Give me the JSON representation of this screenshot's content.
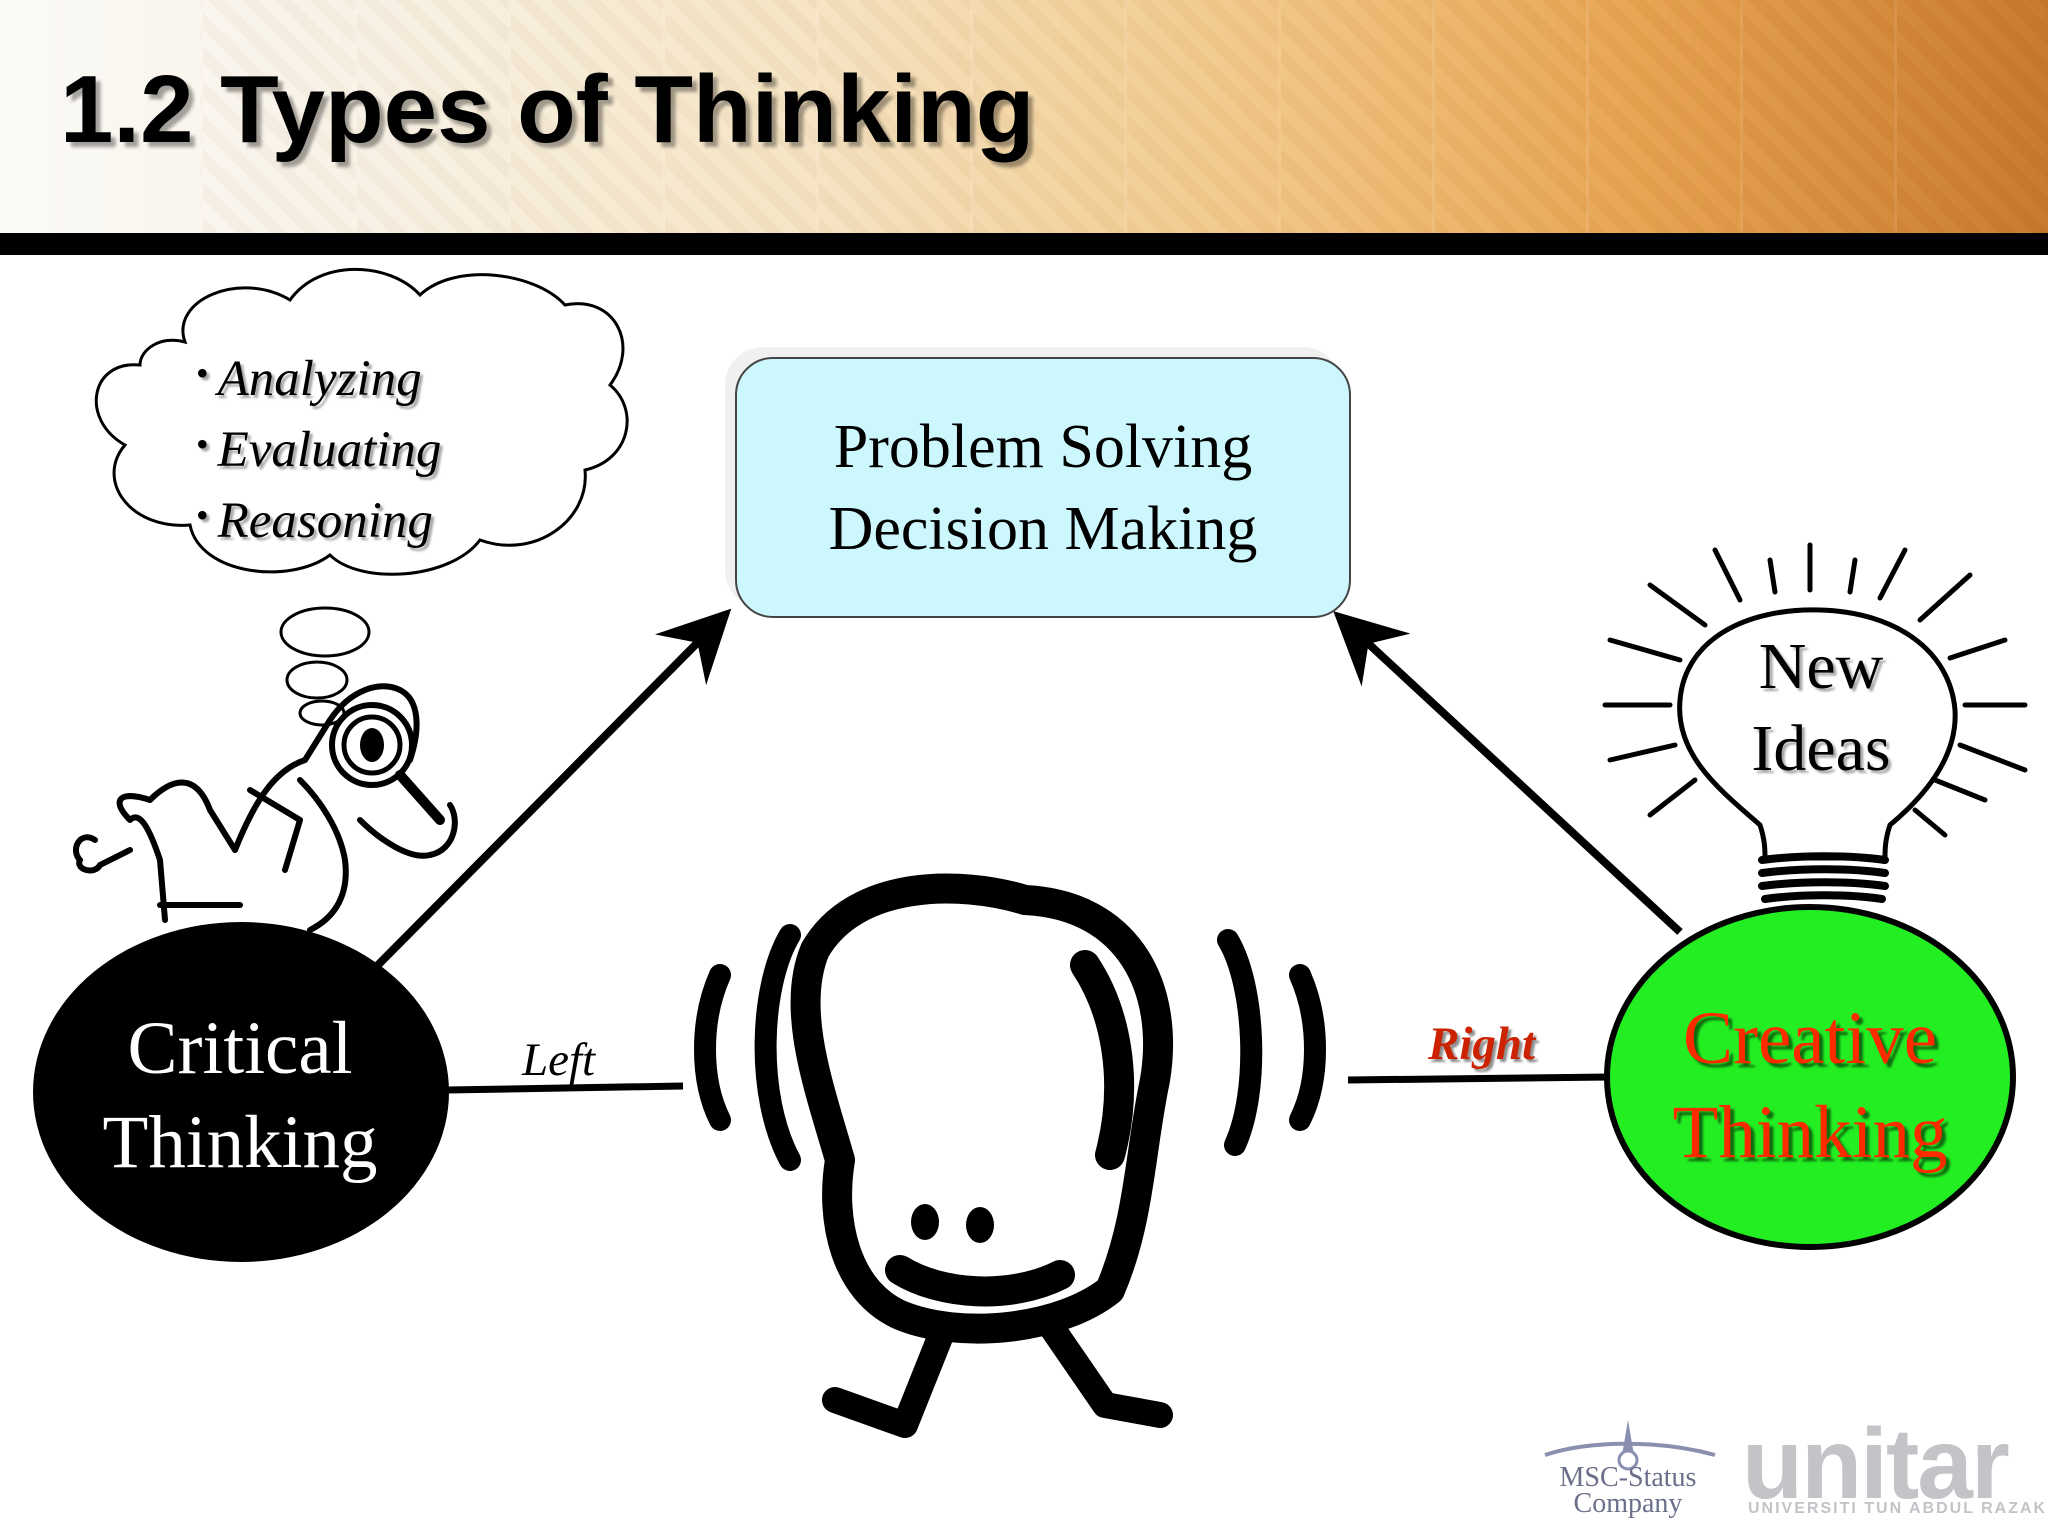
{
  "slide": {
    "title": "1.2 Types of Thinking",
    "thought_cloud": {
      "items": [
        "Analyzing",
        "Evaluating",
        "Reasoning"
      ]
    },
    "center_box": {
      "line1": "Problem Solving",
      "line2": "Decision Making",
      "fill": "#ccf8fd"
    },
    "critical": {
      "line1": "Critical",
      "line2": "Thinking",
      "fill": "#000000",
      "text_color": "#ffffff"
    },
    "creative": {
      "line1": "Creative",
      "line2": "Thinking",
      "fill": "#22ee22",
      "text_color": "#ff2a00"
    },
    "brain_labels": {
      "left": "Left",
      "right": "Right"
    },
    "bulb": {
      "line1": "New",
      "line2": "Ideas"
    },
    "logos": {
      "msc_line1": "MSC-Status",
      "msc_line2": "Company",
      "unitar_word": "unitar",
      "unitar_sub": "UNIVERSITI TUN ABDUL RAZAK"
    }
  }
}
